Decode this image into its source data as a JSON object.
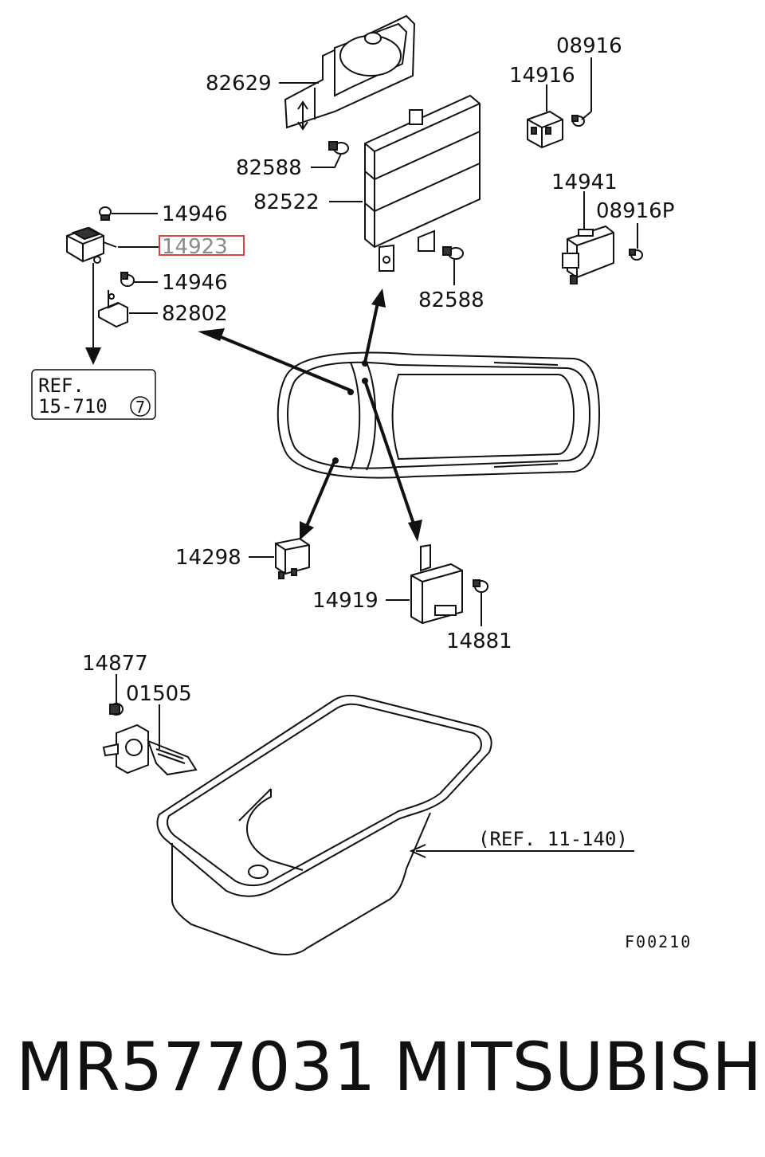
{
  "labels": {
    "p82629": "82629",
    "p82588_top": "82588",
    "p82522": "82522",
    "p82588_bottom": "82588",
    "p08916": "08916",
    "p14916": "14916",
    "p14941": "14941",
    "p08916P": "08916P",
    "p14946_top": "14946",
    "p14923": "14923",
    "p14946_bottom": "14946",
    "p82802": "82802",
    "p14298": "14298",
    "p14919": "14919",
    "p14881": "14881",
    "p14877": "14877",
    "p01505": "01505"
  },
  "ref_box": {
    "line1": "REF.",
    "line2": "15-710",
    "circle_num": "7"
  },
  "ref_oil_pan": "(REF. 11-140)",
  "figure_code": "F00210",
  "footer": {
    "part_number": "MR577031",
    "brand": "MITSUBISHI"
  },
  "highlight_color": "#e04040"
}
